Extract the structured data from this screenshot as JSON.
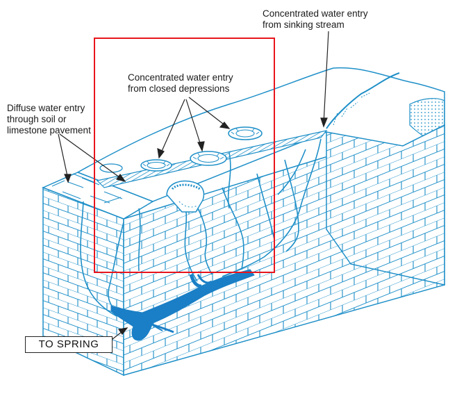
{
  "labels": {
    "sinking_stream": [
      "Concentrated water entry",
      "from sinking stream"
    ],
    "closed_depressions": [
      "Concentrated water entry",
      "from closed depressions"
    ],
    "diffuse": [
      "Diffuse water entry",
      "through soil or",
      "limestone pavement"
    ],
    "spring": "TO SPRING"
  },
  "colors": {
    "line": "#1e8fc8",
    "conduit": "#1a7fc6",
    "highlight": "#e8141c",
    "text": "#1a1a1a"
  }
}
